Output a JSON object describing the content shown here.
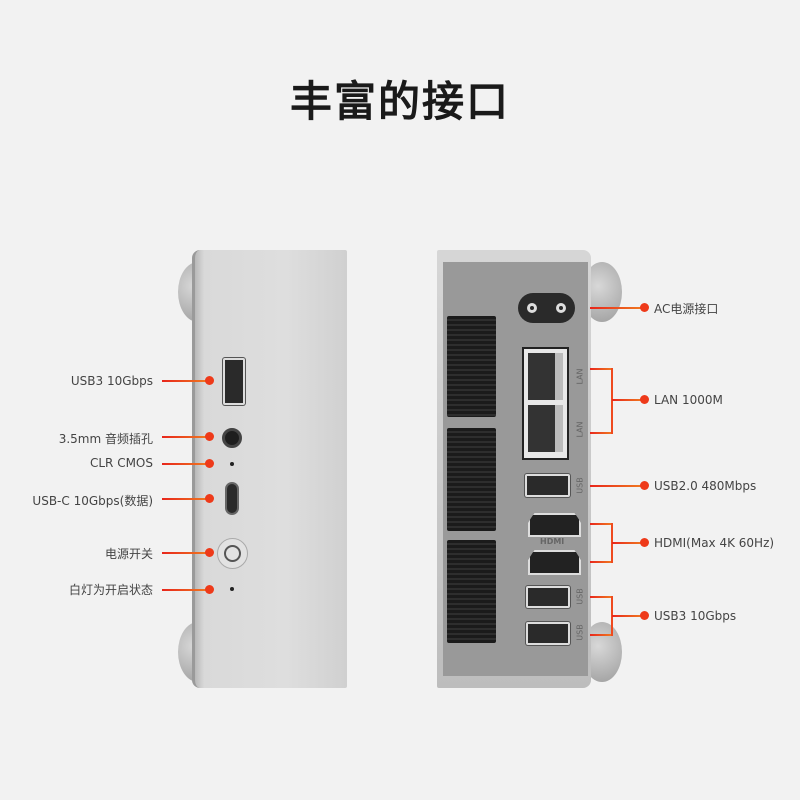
{
  "title": "丰富的接口",
  "front_labels": [
    "USB3 10Gbps",
    "3.5mm 音频插孔",
    "CLR CMOS",
    "USB-C 10Gbps(数据)",
    "电源开关",
    "白灯为开启状态"
  ],
  "rear_labels": [
    "AC电源接口",
    "LAN 1000M",
    "USB2.0 480Mbps",
    "HDMI(Max 4K 60Hz)",
    "USB3 10Gbps"
  ],
  "port_marks": {
    "lan": "LAN",
    "usb": "USB",
    "hdmi": "HDMI"
  },
  "colors": {
    "callout": "#ee3a1a",
    "background": "#f2f2f2"
  }
}
